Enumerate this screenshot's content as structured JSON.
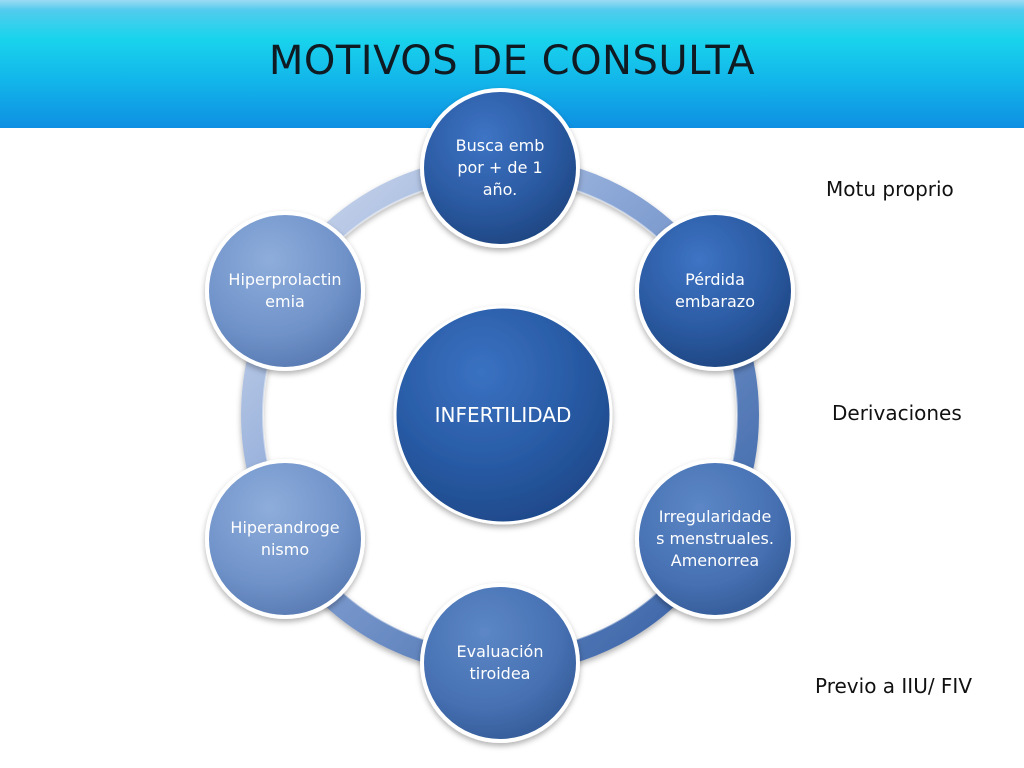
{
  "slide": {
    "title": "MOTIVOS DE CONSULTA"
  },
  "diagram": {
    "center": "INFERTILIDAD",
    "nodes": [
      {
        "id": "busca",
        "label": "Busca emb por + de 1 año."
      },
      {
        "id": "perdida",
        "label": "Pérdida embarazo"
      },
      {
        "id": "irregularidades",
        "label": "Irregularidades menstruales. Amenorrea"
      },
      {
        "id": "tiroidea",
        "label": "Evaluación tiroidea"
      },
      {
        "id": "hiperandro",
        "label": "Hiperandrogenismo"
      },
      {
        "id": "hiperprolac",
        "label": "Hiperprolactinemia"
      }
    ]
  },
  "side_labels": {
    "motu": "Motu proprio",
    "derivaciones": "Derivaciones",
    "previo": "Previo a IIU/ FIV"
  },
  "colors": {
    "dark_node": "#2e5fa6",
    "light_node": "#6b8fc9",
    "ring": "#4a78be",
    "header": "#12b4ea"
  }
}
